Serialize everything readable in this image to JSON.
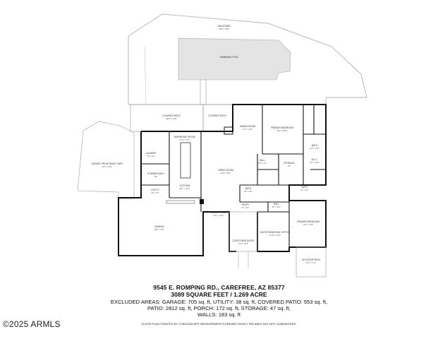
{
  "rooms": {
    "backyard": {
      "name": "BACKYARD",
      "dims": "88'4\" x 46'0\""
    },
    "swimming_pool": {
      "name": "SWIMMING POOL"
    },
    "covered_patio": {
      "name": "COVERED PATIO",
      "dims": "38'11\" x 13'8\""
    },
    "covered_patio_2": {
      "name": "COVERED PATIO"
    },
    "desert_landscape": {
      "name": "DESERT FRONT/BACK YARD",
      "dims": "38'1\" x 16'6\""
    },
    "breakfast_room": {
      "name": "BREAKFAST ROOM",
      "dims": "10'11\" x 11'1\""
    },
    "laundry": {
      "name": "LAUNDRY",
      "dims": "8'4\" x 9'3\""
    },
    "kitchen": {
      "name": "KITCHEN",
      "dims": "15'1\" x 11'10\""
    },
    "powder": {
      "name": "POWDER BATH",
      "dims": "6'8\""
    },
    "utility": {
      "name": "UTILITY",
      "dims": "4'6\" x 5'7\""
    },
    "garage": {
      "name": "GARAGE",
      "dims": "28'3\" x 23'3\""
    },
    "dining": {
      "name": "DINING ROOM",
      "dims": "11'4\" x 13'4\""
    },
    "great_room": {
      "name": "GREAT ROOM",
      "dims": "22'0\" x 20'8\""
    },
    "primary_bedroom": {
      "name": "PRIMARY BEDROOM",
      "dims": "16'4\" x 18'10\""
    },
    "bath": {
      "name": "BATH",
      "dims": "11'9\" x 15'7\""
    },
    "wic": {
      "name": "W.I.C.",
      "dims": "6'8\" x 10'3\""
    },
    "hall": {
      "name": "HALL",
      "dims": "10'0\" x 6'1\""
    },
    "storage": {
      "name": "STORAGE",
      "dims": "4'6\""
    },
    "bath_2": {
      "name": "BATH",
      "dims": "8'4\" x 9'8\""
    },
    "bath_3": {
      "name": "BATH",
      "dims": "6'7\" x 8'2\""
    },
    "entry": {
      "name": "ENTRY",
      "dims": "6'7\" x 8'2\""
    },
    "dining_2": {
      "name": "DINING ROOM",
      "dims": "10'6\" x 12'10\""
    },
    "hall_2": {
      "name": "HALL",
      "dims": "6'5\" x 11'1\""
    },
    "courtyard": {
      "name": "COURTYARD ENTRY",
      "dims": "13'4\" x 13'0\""
    },
    "guest_bedroom": {
      "name": "GUEST BEDROOM / OFFICE",
      "dims": "17'10\" x 13'4\""
    },
    "primary_bedroom_2": {
      "name": "PRIMARY BEDROOM",
      "dims": "13'6\" x 17'8\""
    },
    "outdoor_patio": {
      "name": "OUTDOOR PATIO",
      "dims": "10'2\" x 7'11\""
    }
  },
  "info": {
    "address": "9545 E. ROMPING RD., CAREFREE, AZ  85377",
    "square_feet": "3089 SQUARE FEET  / 1.269 ACRE",
    "excluded_line1": "EXCLUDED AREAS: GARAGE: 705 sq. ft, UTILITY: 38 sq. ft, COVERED PATIO: 553 sq. ft,",
    "excluded_line2": "PATIO: 2812 sq. ft, PORCH: 172 sq. ft, STORAGE: 47 sq. ft,",
    "walls": "WALLS: 183 sq. ft",
    "disclaimer": "FLOOR PLAN CREATED BY CUBICASA APP. MEASUREMENTS DEEMED HIGHLY RELIABLE BUT NOT GUARANTEED."
  },
  "watermark": "©2025 ARMLS",
  "colors": {
    "wall": "#111111",
    "pool": "#e4e4e4",
    "outline": "#9a9a9a"
  }
}
